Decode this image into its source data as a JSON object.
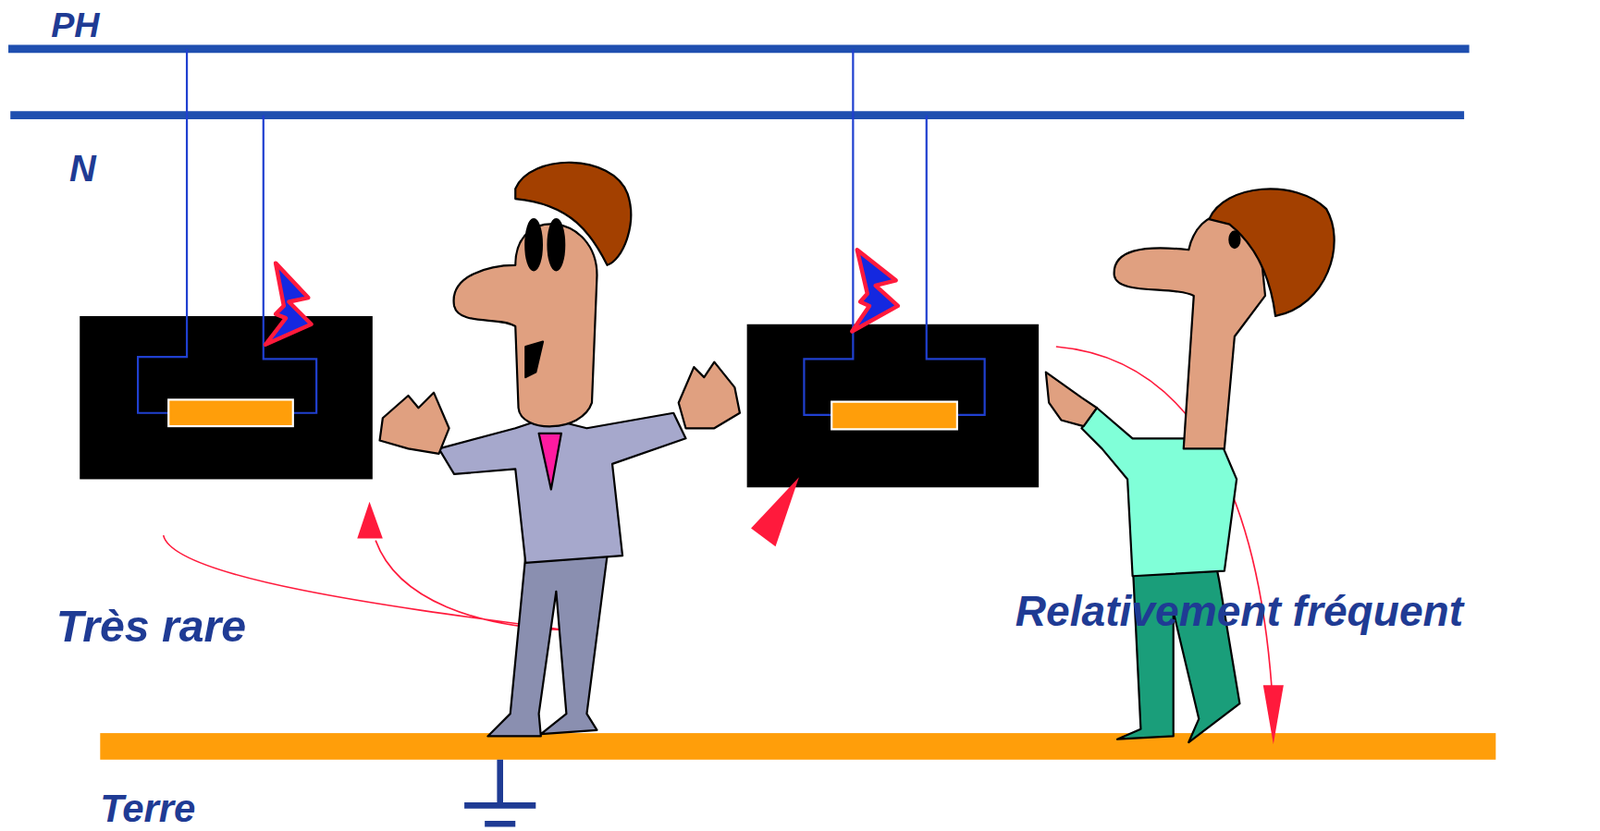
{
  "diagram": {
    "labels": [
      "PH",
      "N",
      "Très rare",
      "Relativement fréquent",
      "Terre"
    ]
  }
}
